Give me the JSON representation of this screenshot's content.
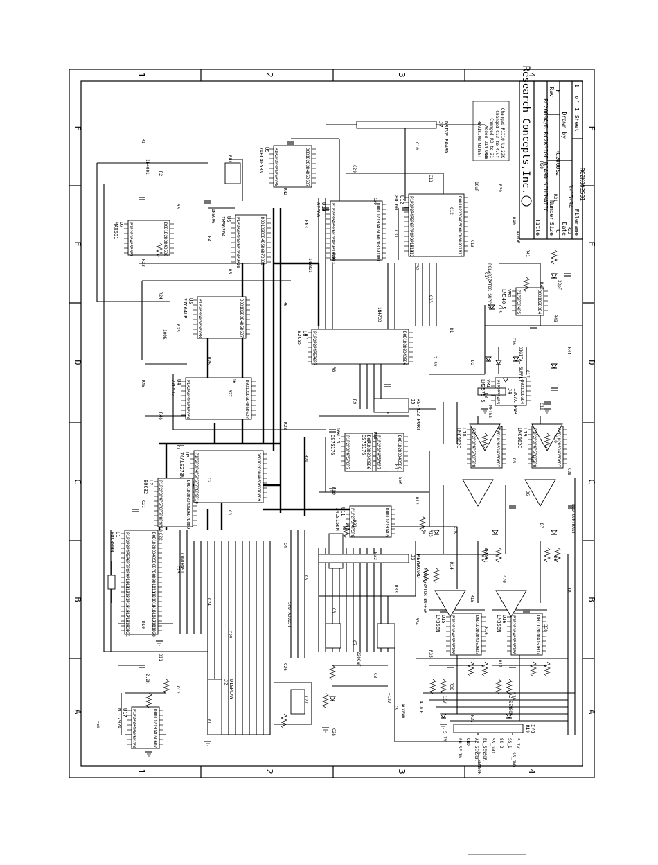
{
  "zones": {
    "columns": [
      "1",
      "2",
      "3",
      "4"
    ],
    "rows": [
      "F",
      "E",
      "D",
      "C",
      "B",
      "A"
    ]
  },
  "title_block": {
    "company": "Research Concepts,Inc.",
    "title_label": "Title",
    "title_value": "RC2000A/B RC2K3IGE BOARD SCHEMATIC",
    "size_label": "Size",
    "size_value": "C",
    "number_label": "Number",
    "number_value": "RC2000S2",
    "rev_label": "Rev",
    "rev_value": "F",
    "date_label": "Date",
    "date_value": "3-15-94",
    "drawn_label": "Drawn by",
    "filename_label": "Filename",
    "filename_value": "RC2K002S01",
    "sheet_label": "Sheet",
    "sheet_value": "1",
    "of_label": "of",
    "of_value": "1"
  },
  "revision_notes": {
    "heading": "REVISION NOTES:",
    "lines": [
      "Added U14 U18",
      "Changed R3 to Z1",
      "Changed C13 to 47uf",
      "Changed R1I10 to 22K"
    ]
  },
  "ic_labels": [
    {
      "ref": "U1",
      "part": "80C39HN"
    },
    {
      "ref": "U2",
      "part": "80C82"
    },
    {
      "ref": "U3",
      "part": "74ALS273N"
    },
    {
      "ref": "U4",
      "part": "27C512"
    },
    {
      "ref": "U5",
      "part": "27C64LP"
    },
    {
      "ref": "U6",
      "part": "IMS6264"
    },
    {
      "ref": "U7",
      "part": "MAX691"
    },
    {
      "ref": "U8",
      "part": "82C55"
    },
    {
      "ref": "U9",
      "part": "74HC4053N"
    },
    {
      "ref": "U10",
      "part": "82C60"
    },
    {
      "ref": "U11",
      "part": "74LS156N"
    },
    {
      "ref": "U12",
      "part": "80C60"
    },
    {
      "ref": "U13",
      "part": "DS75176"
    },
    {
      "ref": "U14",
      "part": "DS75176"
    },
    {
      "ref": "U15",
      "part": "LM358N"
    },
    {
      "ref": "U16",
      "part": "LM358N"
    },
    {
      "ref": "U17",
      "part": "NTC7924"
    },
    {
      "ref": "U18",
      "part": "LMC662C"
    },
    {
      "ref": "U19",
      "part": "LMC662C"
    },
    {
      "ref": "VR1",
      "part": "LM2575-5"
    },
    {
      "ref": "VR2",
      "part": "LM340-5"
    }
  ],
  "connectors": [
    {
      "ref": "J1",
      "name": "I/O"
    },
    {
      "ref": "J2",
      "name": "DISPLAY"
    },
    {
      "ref": "J3",
      "name": "KEYBOARD"
    },
    {
      "ref": "J4",
      "name": "12VAC PWR"
    },
    {
      "ref": "J5",
      "name": "RS-422 PORT"
    },
    {
      "ref": "J7",
      "name": "DRIVE BOARD"
    }
  ],
  "io_pins": [
    "PULSE IN",
    "GND",
    "AZ_SENSOR",
    "EL_SENSOR",
    "SS_GND",
    "SS_2",
    "SS_1",
    "5.7V"
  ],
  "net_labels": [
    "+5V",
    "+12V",
    "-5V",
    "+15V",
    "AZ_SENSOR",
    "EL_SENSOR",
    "SS_GND",
    "POLARIZATOR BUFFER",
    "POLARIZATOR SUPPLY",
    "DIGITAL SUPPLY",
    "OFFSET",
    "AUXPWR",
    "5.7V"
  ],
  "passive_labels": [
    "R1",
    "R2",
    "R3",
    "R4",
    "R5",
    "R6",
    "R7",
    "R8",
    "R9",
    "R10",
    "R11",
    "R12",
    "R13",
    "R14",
    "R15",
    "R16",
    "R17",
    "R18",
    "R19",
    "R20",
    "R21",
    "R22",
    "R23",
    "R24",
    "R25",
    "R26",
    "R27",
    "R28",
    "R29",
    "R30",
    "R31",
    "R32",
    "R33",
    "R34",
    "R35",
    "R36",
    "R37",
    "R38",
    "R39",
    "R40",
    "R41",
    "R42",
    "R43",
    "R44",
    "R45",
    "R46",
    "C1",
    "C2",
    "C3",
    "C4",
    "C5",
    "C6",
    "C7",
    "C8",
    "C9",
    "C10",
    "C11",
    "C12",
    "C13",
    "C14",
    "C15",
    "C16",
    "C17",
    "C18",
    "C19",
    "C20",
    "C21",
    "C22",
    "C23",
    "C24",
    "C25",
    "C26",
    "C27",
    "C28",
    "C29",
    "C30",
    "C31",
    "C32",
    "C33",
    "D1",
    "D2",
    "D3",
    "D4",
    "D5",
    "D6",
    "D7",
    "D8",
    "D9",
    "D10",
    "D11",
    "D12",
    "Y1",
    "RN1",
    "RN2",
    "RN3",
    "RN4"
  ],
  "misc_labels": [
    "1N4001",
    "1N5996",
    "1N5821",
    "1N4733",
    "7.5V",
    "MPTE5",
    "PUT",
    "LCD CONTRAST",
    "CONTRAST",
    "SPD ADJUST",
    "2200uF",
    "4.7uF",
    "10uF",
    "470uF",
    "33pF",
    "100K",
    "1K",
    "10K",
    "56K",
    "27K",
    "470",
    "330",
    "2.2K"
  ]
}
